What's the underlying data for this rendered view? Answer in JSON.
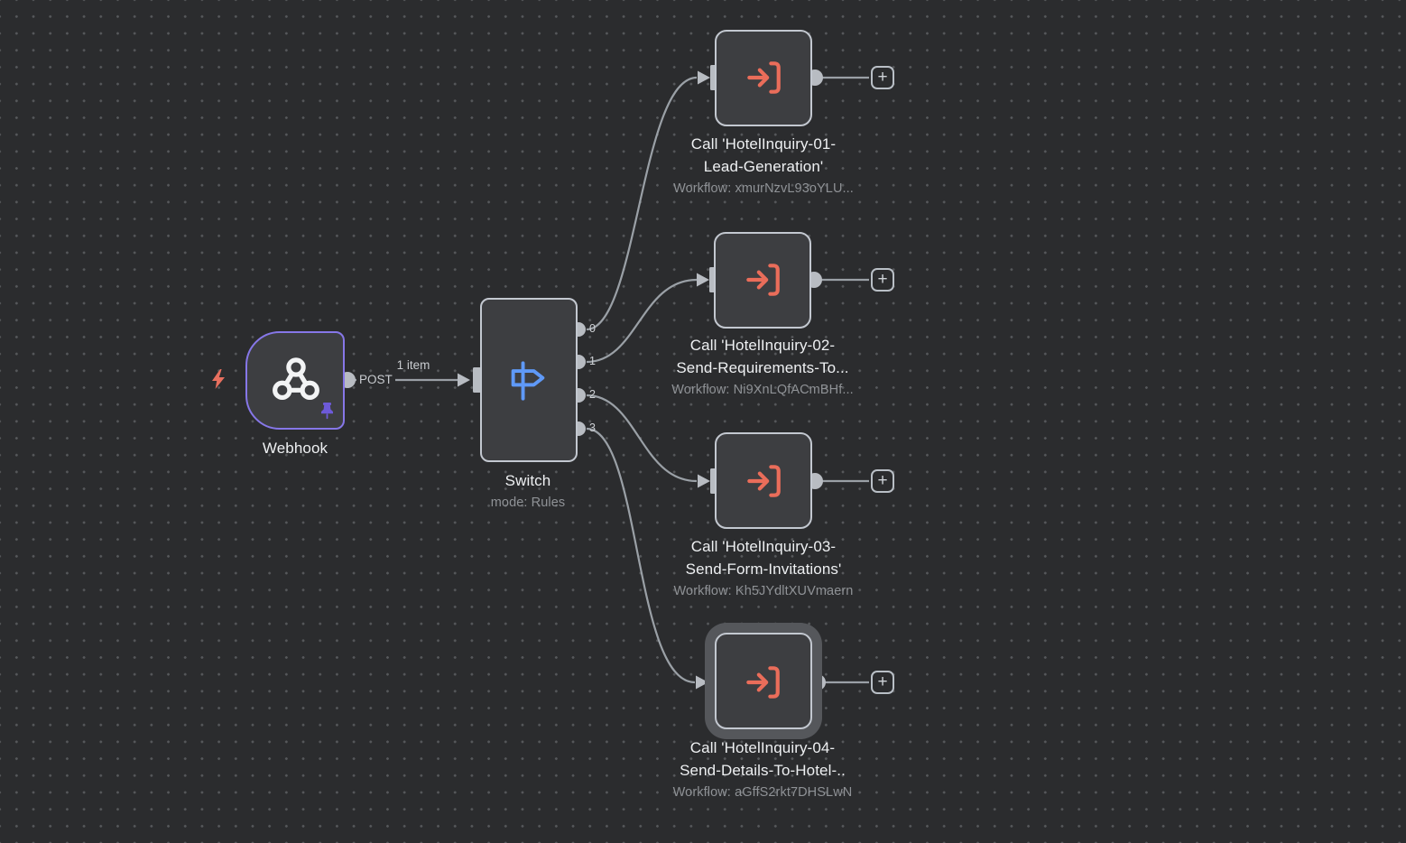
{
  "canvas": {
    "background_color": "#2b2c2e",
    "dot_color": "#56585b"
  },
  "colors": {
    "node_fill": "#3d3e41",
    "node_border": "#c3c8d0",
    "webhook_border": "#8677e8",
    "selected_ring": "#55575b",
    "wire": "#9aa0a6",
    "title_text": "#eef0f2",
    "subtitle_text": "#8f9296",
    "execute_icon_coral": "#ea6d5a",
    "switch_icon_blue": "#5f99f7",
    "pin_purple": "#6d5ad8",
    "bolt_coral": "#e8705f"
  },
  "nodes": {
    "webhook": {
      "label": "Webhook",
      "output_port_label": "POST",
      "icon": "webhook-icon",
      "pinned_icon": "pin-icon",
      "trigger_icon": "lightning-bolt-icon"
    },
    "switch": {
      "label": "Switch",
      "subtitle": "mode: Rules",
      "icon": "signpost-icon",
      "outputs": [
        "0",
        "1",
        "2",
        "3"
      ]
    },
    "calls": [
      {
        "title_lines": [
          "Call 'HotelInquiry-01-",
          "Lead-Generation'"
        ],
        "subtitle": "Workflow: xmurNzvL93oYLU...",
        "icon": "execute-workflow-icon",
        "selected": false
      },
      {
        "title_lines": [
          "Call 'HotelInquiry-02-",
          "Send-Requirements-To..."
        ],
        "subtitle": "Workflow: Ni9XnLQfACmBHf...",
        "icon": "execute-workflow-icon",
        "selected": false
      },
      {
        "title_lines": [
          "Call 'HotelInquiry-03-",
          "Send-Form-Invitations'"
        ],
        "subtitle": "Workflow: Kh5JYdltXUVmaern",
        "icon": "execute-workflow-icon",
        "selected": false
      },
      {
        "title_lines": [
          "Call 'HotelInquiry-04-",
          "Send-Details-To-Hotel-.."
        ],
        "subtitle": "Workflow: aGffS2rkt7DHSLwN",
        "icon": "execute-workflow-icon",
        "selected": true
      }
    ],
    "add_button_label": "+"
  },
  "connections": {
    "webhook_to_switch_items_label": "1 item"
  }
}
